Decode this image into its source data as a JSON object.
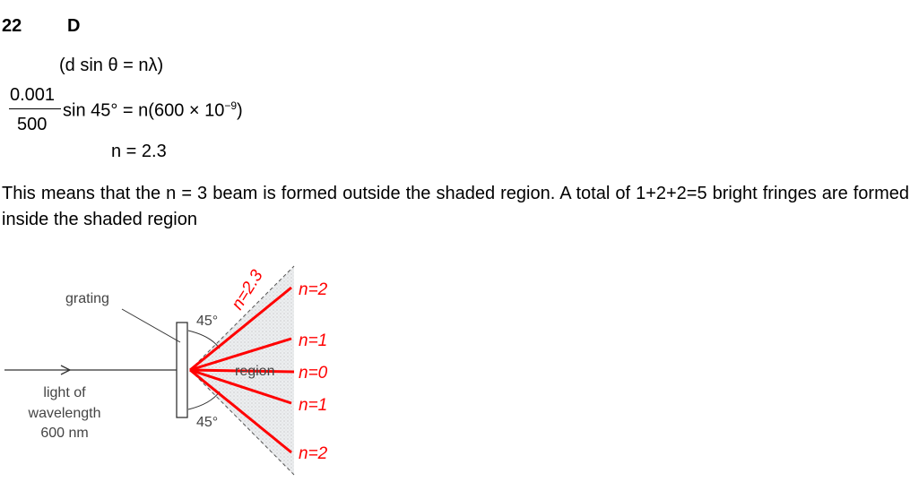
{
  "question": {
    "number": "22",
    "answer": "D"
  },
  "working": {
    "formula": "(d sin θ = nλ)",
    "numerator": "0.001",
    "denominator": "500",
    "substitution_rest": "sin 45° = n(600 × 10",
    "exponent": "−9",
    "close_paren": ")",
    "result": "n = 2.3"
  },
  "explanation": "This means that the n = 3 beam is formed outside the shaded region. A total of 1+2+2=5 bright fringes are formed inside the shaded region",
  "diagram": {
    "grating_label": "grating",
    "light_label": [
      "light of",
      "wavelength",
      "600 nm"
    ],
    "angle_top": "45°",
    "angle_bottom": "45°",
    "region_label": "region",
    "limit_label": "n=2.3",
    "orders": [
      "n=2",
      "n=1",
      "n=0",
      "n=1",
      "n=2"
    ],
    "accent_color": "#ff0000"
  }
}
